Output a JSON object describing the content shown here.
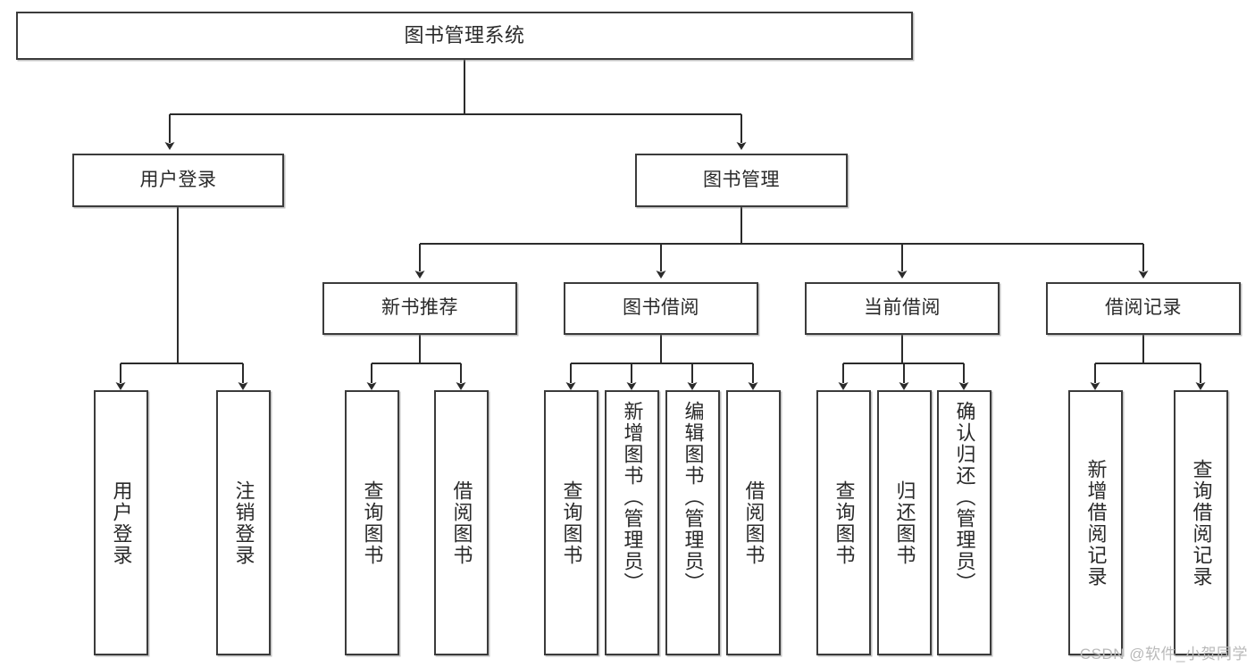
{
  "diagram": {
    "title": "图书管理系统",
    "type": "functional-structure-tree",
    "watermark": "CSDN @软件_小贺同学",
    "colors": {
      "box_border": "#3b3b3b",
      "box_fill": "#ffffff",
      "connector": "#2b2b2b",
      "text": "#2a2a2a",
      "watermark": "#b9b9b9"
    },
    "levels": {
      "level1": [
        {
          "id": "root",
          "label": "图书管理系统"
        }
      ],
      "level2": [
        {
          "id": "user-login",
          "label": "用户登录"
        },
        {
          "id": "book-manage",
          "label": "图书管理"
        }
      ],
      "level3": [
        {
          "id": "new-book-recommend",
          "label": "新书推荐"
        },
        {
          "id": "book-borrow",
          "label": "图书借阅"
        },
        {
          "id": "current-borrow",
          "label": "当前借阅"
        },
        {
          "id": "borrow-record",
          "label": "借阅记录"
        }
      ],
      "level4": [
        {
          "id": "leaf-user-login",
          "label": "用户登录",
          "parent": "user-login"
        },
        {
          "id": "leaf-logout",
          "label": "注销登录",
          "parent": "user-login"
        },
        {
          "id": "leaf-query-book-1",
          "label": "查询图书",
          "parent": "new-book-recommend"
        },
        {
          "id": "leaf-borrow-book-1",
          "label": "借阅图书",
          "parent": "new-book-recommend"
        },
        {
          "id": "leaf-query-book-2",
          "label": "查询图书",
          "parent": "book-borrow"
        },
        {
          "id": "leaf-add-book",
          "label": "新增图书（管理员）",
          "parent": "book-borrow"
        },
        {
          "id": "leaf-edit-book",
          "label": "编辑图书（管理员）",
          "parent": "book-borrow"
        },
        {
          "id": "leaf-borrow-book-2",
          "label": "借阅图书",
          "parent": "book-borrow"
        },
        {
          "id": "leaf-query-book-3",
          "label": "查询图书",
          "parent": "current-borrow"
        },
        {
          "id": "leaf-return-book",
          "label": "归还图书",
          "parent": "current-borrow"
        },
        {
          "id": "leaf-confirm-return",
          "label": "确认归还（管理员）",
          "parent": "current-borrow"
        },
        {
          "id": "leaf-add-record",
          "label": "新增借阅记录",
          "parent": "borrow-record"
        },
        {
          "id": "leaf-query-record",
          "label": "查询借阅记录",
          "parent": "borrow-record"
        }
      ]
    }
  }
}
